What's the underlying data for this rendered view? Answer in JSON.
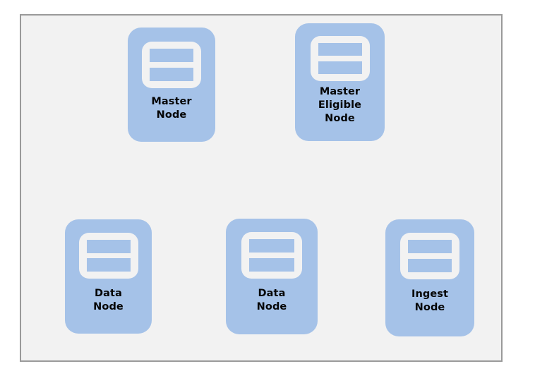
{
  "diagram": {
    "background_color": "#ffffff",
    "container": {
      "name": "cluster-container",
      "fill_color": "#f2f2f2",
      "border_color": "#9a9a9a",
      "label": ""
    },
    "node_fill_color": "#a5c2e8",
    "icon_fill_color": "#f2f2f2",
    "text_color": "#050505",
    "nodes": [
      {
        "id": "master-node",
        "icon": "server-node-icon",
        "label_lines": [
          "Master",
          "Node"
        ],
        "label_text": "Master Node"
      },
      {
        "id": "master-eligible-node",
        "icon": "server-node-icon",
        "label_lines": [
          "Master",
          "Eligible",
          "Node"
        ],
        "label_text": "Master Eligible Node"
      },
      {
        "id": "data-node-1",
        "icon": "server-node-icon",
        "label_lines": [
          "Data",
          "Node"
        ],
        "label_text": "Data Node"
      },
      {
        "id": "data-node-2",
        "icon": "server-node-icon",
        "label_lines": [
          "Data",
          "Node"
        ],
        "label_text": "Data Node"
      },
      {
        "id": "ingest-node",
        "icon": "server-node-icon",
        "label_lines": [
          "Ingest",
          "Node"
        ],
        "label_text": "Ingest Node"
      }
    ]
  }
}
